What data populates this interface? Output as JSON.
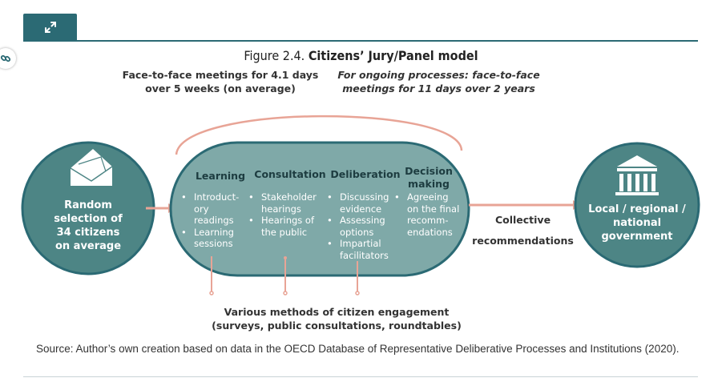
{
  "toolbar": {
    "expand_icon": "expand-icon",
    "link_icon": "link-icon"
  },
  "figure": {
    "label": "Figure 2.4.",
    "title": "Citizens’ Jury/Panel model"
  },
  "top_notes": {
    "left_line1": "Face-to-face meetings for 4.1 days",
    "left_line2": "over 5 weeks (on average)",
    "right_line1": "For ongoing processes: face-to-face",
    "right_line2": "meetings for 11 days over 2 years"
  },
  "left_circle": {
    "icon": "envelope-icon",
    "lines": [
      "Random",
      "selection of",
      "34 citizens",
      "on average"
    ]
  },
  "pill": {
    "columns": [
      {
        "heading": "Learning",
        "items": [
          "Introduct­-ory readings",
          "Learning sessions"
        ]
      },
      {
        "heading": "Consultation",
        "items": [
          "Stakeholder hearings",
          "Hearings of the public"
        ]
      },
      {
        "heading": "Deliberation",
        "items": [
          "Discussing evidence",
          "Assessing options",
          "Impartial facilitators"
        ]
      },
      {
        "heading_line1": "Decision",
        "heading_line2": "making",
        "items": [
          "Agreeing on the final recomm-endations"
        ]
      }
    ]
  },
  "arrow_label": {
    "line1": "Collective",
    "line2": "recommendations"
  },
  "right_circle": {
    "icon": "government-building-icon",
    "lines": [
      "Local / regional /",
      "national",
      "government"
    ]
  },
  "bottom_note": {
    "line1": "Various methods of citizen engagement",
    "line2": "(surveys, public consultations, roundtables)"
  },
  "source": "Source: Author’s own creation based on data in the OECD Database of Representative Deliberative Processes and Institutions (2020).",
  "colors": {
    "teal_dark": "#2b6a74",
    "teal_fill": "#7fa9a8",
    "coral": "#e8a496",
    "circle_fill": "#4d8585"
  }
}
